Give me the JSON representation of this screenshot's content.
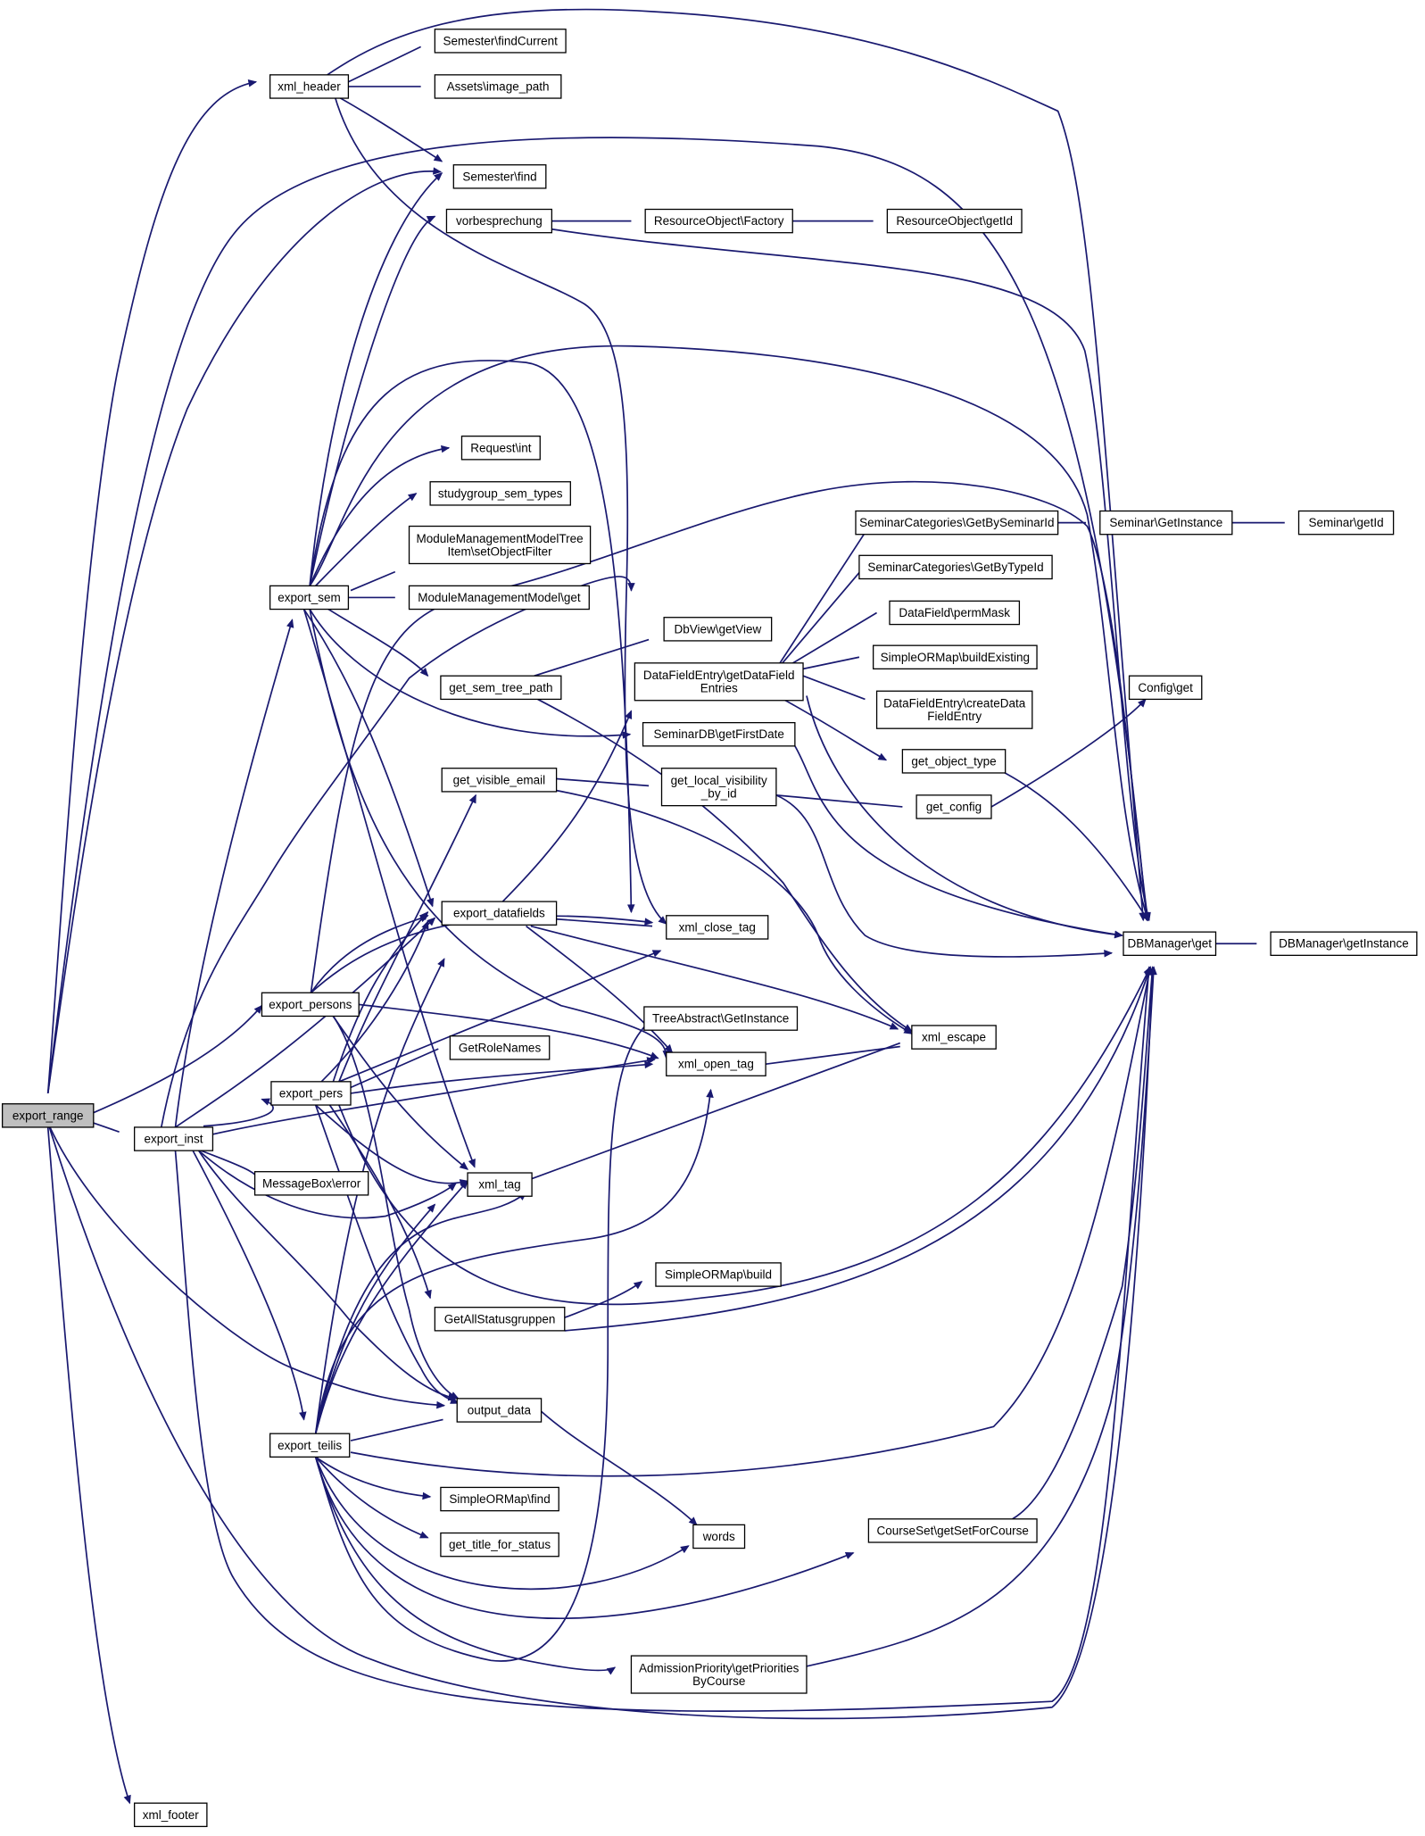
{
  "graph": {
    "type": "call-graph",
    "root": "export_range",
    "nodes": {
      "export_range": "export_range",
      "export_inst": "export_inst",
      "xml_footer": "xml_footer",
      "xml_header": "xml_header",
      "semester_findCurrent": "Semester\\findCurrent",
      "assets_image_path": "Assets\\image_path",
      "semester_find": "Semester\\find",
      "vorbesprechung": "vorbesprechung",
      "resourceobject_factory": "ResourceObject\\Factory",
      "resourceobject_getId": "ResourceObject\\getId",
      "request_int": "Request\\int",
      "studygroup_sem_types": "studygroup_sem_types",
      "module_tree_setObjectFilter": [
        "ModuleManagementModelTree",
        "Item\\setObjectFilter"
      ],
      "module_model_get": "ModuleManagementModel\\get",
      "export_sem": "export_sem",
      "get_sem_tree_path": "get_sem_tree_path",
      "dbview_getView": "DbView\\getView",
      "datafieldentry_getDataFieldEntries": [
        "DataFieldEntry\\getDataField",
        "Entries"
      ],
      "seminarcategories_getBySeminarId": "SeminarCategories\\GetBySeminarId",
      "seminarcategories_getByTypeId": "SeminarCategories\\GetByTypeId",
      "datafield_permMask": "DataField\\permMask",
      "simpleormap_buildExisting": "SimpleORMap\\buildExisting",
      "datafieldentry_createDataFieldEntry": [
        "DataFieldEntry\\createData",
        "FieldEntry"
      ],
      "seminar_getInstance": "Seminar\\GetInstance",
      "seminar_getId": "Seminar\\getId",
      "config_get": "Config\\get",
      "seminardb_getFirstDate": "SeminarDB\\getFirstDate",
      "get_visible_email": "get_visible_email",
      "get_local_visibility_by_id": [
        "get_local_visibility",
        "_by_id"
      ],
      "get_object_type": "get_object_type",
      "get_config": "get_config",
      "export_datafields": "export_datafields",
      "xml_close_tag": "xml_close_tag",
      "dbmanager_get": "DBManager\\get",
      "dbmanager_getInstance": "DBManager\\getInstance",
      "export_persons": "export_persons",
      "treeabstract_getInstance": "TreeAbstract\\GetInstance",
      "xml_escape": "xml_escape",
      "getRoleNames": "GetRoleNames",
      "export_pers": "export_pers",
      "xml_open_tag": "xml_open_tag",
      "messagebox_error": "MessageBox\\error",
      "xml_tag": "xml_tag",
      "simpleormap_build": "SimpleORMap\\build",
      "getAllStatusgruppen": "GetAllStatusgruppen",
      "output_data": "output_data",
      "export_teilis": "export_teilis",
      "simpleormap_find": "SimpleORMap\\find",
      "get_title_for_status": "get_title_for_status",
      "words": "words",
      "courseset_getSetForCourse": "CourseSet\\getSetForCourse",
      "admissionpriority_getPrioritiesByCourse": [
        "AdmissionPriority\\getPriorities",
        "ByCourse"
      ]
    }
  }
}
